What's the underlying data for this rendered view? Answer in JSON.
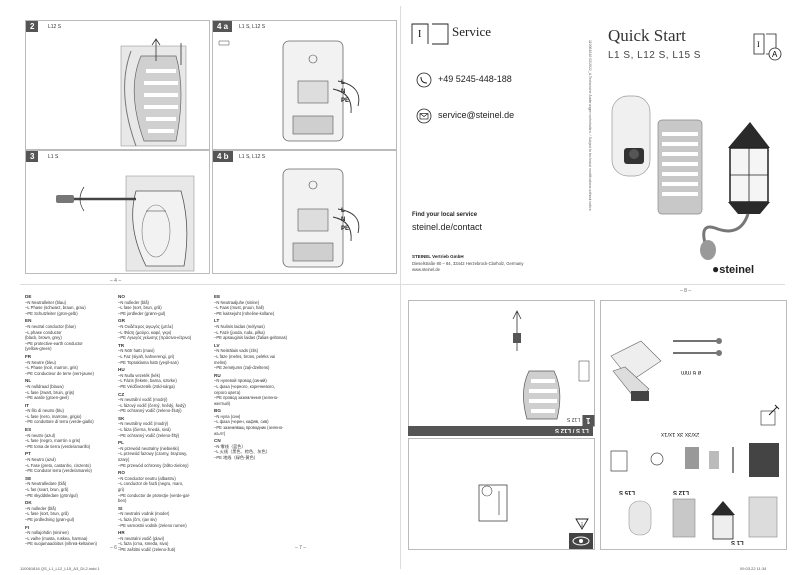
{
  "steps": [
    {
      "num": "2",
      "label": "L12 S"
    },
    {
      "num": "3",
      "label": "L1 S"
    },
    {
      "num": "4 a",
      "label": "L1 S, L12 S"
    },
    {
      "num": "4 b",
      "label": "L1 S, L12 S"
    }
  ],
  "wire_labels": {
    "l": "L",
    "n": "N",
    "pe": "PE"
  },
  "service": {
    "title": "Service",
    "phone": "+49 5245-448-188",
    "email": "service@steinel.de",
    "find_label": "Find your local service",
    "url": "steinel.de/contact",
    "company": "STEINEL Vertrieb GmbH",
    "address": "Dieselstraße 80 – 84, 33442 Herzebrock-Clarholz, Germany",
    "web": "www.steinel.de"
  },
  "cover": {
    "title": "Quick Start",
    "subtitle": "L1 S, L12 S, L15 S",
    "brand": "steinel",
    "margin_text": "110061816 03/2022_A Technische Änderungen vorbehalten. / Subject to technical modifications without notice."
  },
  "page_markers": {
    "top_left": "– 4 –",
    "top_right": "– 8 –",
    "bottom_left": "– 6 –",
    "bottom_mid": "– 7 –"
  },
  "languages_col1": [
    {
      "code": "DE",
      "lines": [
        "–N  Neutralleiter (blau)",
        "–L  Phase (schwarz, braun, grau)",
        "–PE Schutzleiter (grün-gelb)"
      ]
    },
    {
      "code": "EN",
      "lines": [
        "–N  neutral conductor (blue)",
        "–L  phase conductor",
        "      (black, brown, grey)",
        "–PE protective-earth conductor",
        "      (yellow-green)"
      ]
    },
    {
      "code": "FR",
      "lines": [
        "–N  Neutre (bleu)",
        "–L  Phase (noir, marron, gris)",
        "–PE Conducteur de terre (vert-jaune)"
      ]
    },
    {
      "code": "NL",
      "lines": [
        "–N  nulldraad (blauw)",
        "–L  fase (zwart, bruin, grijs)",
        "–PE aarde (groen-geel)"
      ]
    },
    {
      "code": "IT",
      "lines": [
        "–N  filo di neutro (blu)",
        "–L  fase (nero, marrone, grigio)",
        "–PE conduttore di terra (verde-giallo)"
      ]
    },
    {
      "code": "ES",
      "lines": [
        "–N  neutro (azul)",
        "–L  fase (negro, marrón o gris)",
        "–PE toma de tierra (verde/amarillo)"
      ]
    },
    {
      "code": "PT",
      "lines": [
        "–N  Neutro (azul)",
        "–L  Fase (preto, castanho, cinzento)",
        "–PE Condutor terra (verde/amarelo)"
      ]
    },
    {
      "code": "SE",
      "lines": [
        "–N  Neutralledare (blå)",
        "–L  fas (svart, brun, grå)",
        "–PE skyddsledare (grön/gul)"
      ]
    },
    {
      "code": "DK",
      "lines": [
        "–N  nulleder (blå)",
        "–L  fase (sort, brun, grå)",
        "–PE jordledning (grøn-gul)"
      ]
    },
    {
      "code": "FI",
      "lines": [
        "–N  nollajohdin (sininen)",
        "–L  vaihe (musta, ruskea, harmaa)",
        "–PE suojamaadoitus (vihreä-keltainen)"
      ]
    }
  ],
  "languages_col2": [
    {
      "code": "NO",
      "lines": [
        "–N  nulleder (blå)",
        "–L  fase (sort, brun, grå)",
        "–PE jordleder (grønn-gul)"
      ]
    },
    {
      "code": "GR",
      "lines": [
        "–N  Ουδέτερος αγωγός (μπλε)",
        "–L  Φάση (μαύρο, καφέ, γκρι)",
        "–PE Αγωγός γείωσης (πράσινο-κίτρινο)"
      ]
    },
    {
      "code": "TR",
      "lines": [
        "–N  Nötr hattı (mavi)",
        "–L  Faz (siyah, kahverengi, gri)",
        "–PE Topraklama hattı (yeşil-sarı)"
      ]
    },
    {
      "code": "HU",
      "lines": [
        "–N  Nulla vezeték (kék)",
        "–L  Fázis (fekete, barna, szürke)",
        "–PE Védővezeték (zöld-sárga)"
      ]
    },
    {
      "code": "CZ",
      "lines": [
        "–N  neutrální vodič (modrý)",
        "–L  fázový vodič (černý, hnědý, šedý)",
        "–PE ochranný vodič (zeleno-žlutý)"
      ]
    },
    {
      "code": "SK",
      "lines": [
        "–N  neutrálny vodič (modrý)",
        "–L  fáza (čierna, hnedá, sivá)",
        "–PE ochranný vodič (zeleno-žltý)"
      ]
    },
    {
      "code": "PL",
      "lines": [
        "–N  przewód neutralny (niebieski)",
        "–L  przewód fazowy (czarny, brązowy,",
        "      szary)",
        "–PE przewód ochronny (żółto-zielony)"
      ]
    },
    {
      "code": "RO",
      "lines": [
        "–N  Conductor neutru (albastru)",
        "–L  conductor de fază (negru, maro,",
        "      gri)",
        "–PE conductor de protecţie (verde-gal-",
        "      ben)"
      ]
    },
    {
      "code": "SI",
      "lines": [
        "–N  nevtralni vodnik (moder)",
        "–L  faza (črn, rjav siv)",
        "–PE varnostni vodnik (zeleno rumen)"
      ]
    },
    {
      "code": "HR",
      "lines": [
        "–N  neutralni vodič (plavi)",
        "–L  faza (crna, smeđa, siva)",
        "–PE zaštitni vodič (zeleno-žuti)"
      ]
    }
  ],
  "languages_col3": [
    {
      "code": "EE",
      "lines": [
        "–N  Neutraaljuhe (sinine)",
        "–L  Faas (must, pruun, hall)",
        "–PE kaitsejuht (roheline-kollane)"
      ]
    },
    {
      "code": "LT",
      "lines": [
        "–N  Nulinis laidas (mėlynas)",
        "–L  Fazė (juoda, ruda, pilka)",
        "–PE apsauginis laidas (žalias-geltonas)"
      ]
    },
    {
      "code": "LV",
      "lines": [
        "–N  Neitrālais vads (zils)",
        "–L  fāze (melns, brūns, pelēks vai",
        "      melns)",
        "–PE zemējums (zaļi-dzeltens)"
      ]
    },
    {
      "code": "RU",
      "lines": [
        "–N  нулевой провод (синий)",
        "–L  фаза (черного, коричневого,",
        "      серого цвета)",
        "–PE провод заземления (зелено-",
        "      желтый)"
      ]
    },
    {
      "code": "BG",
      "lines": [
        "–N  нула (син)",
        "–L  фаза (черен, кафяв, сив)",
        "–PE заземяващ проводник (зелено-",
        "      жълт)"
      ]
    },
    {
      "code": "CN",
      "lines": [
        "–N  零线（蓝色）",
        "–L  火线（黑色、棕色、灰色）",
        "–PE 地线（绿色-黄色）"
      ]
    }
  ],
  "right_page": {
    "step1_num": "1",
    "step1_label": "L12 S",
    "band_label": "L1 S / L12 S",
    "screw_label": "2x/3x 3x 1x/1x",
    "dim_label": "ø 6 mm",
    "lower_label_a": "L1 S",
    "lower_label_b": "L12 S",
    "lower_label_c": "L15 S"
  },
  "footer": {
    "file": "110061816 QS_L1_L12_L15_A3_DL2.indd   1",
    "date": "09.03.22   11:34"
  },
  "colors": {
    "tag_bg": "#555555",
    "line": "#bbbbbb",
    "text": "#222222"
  }
}
